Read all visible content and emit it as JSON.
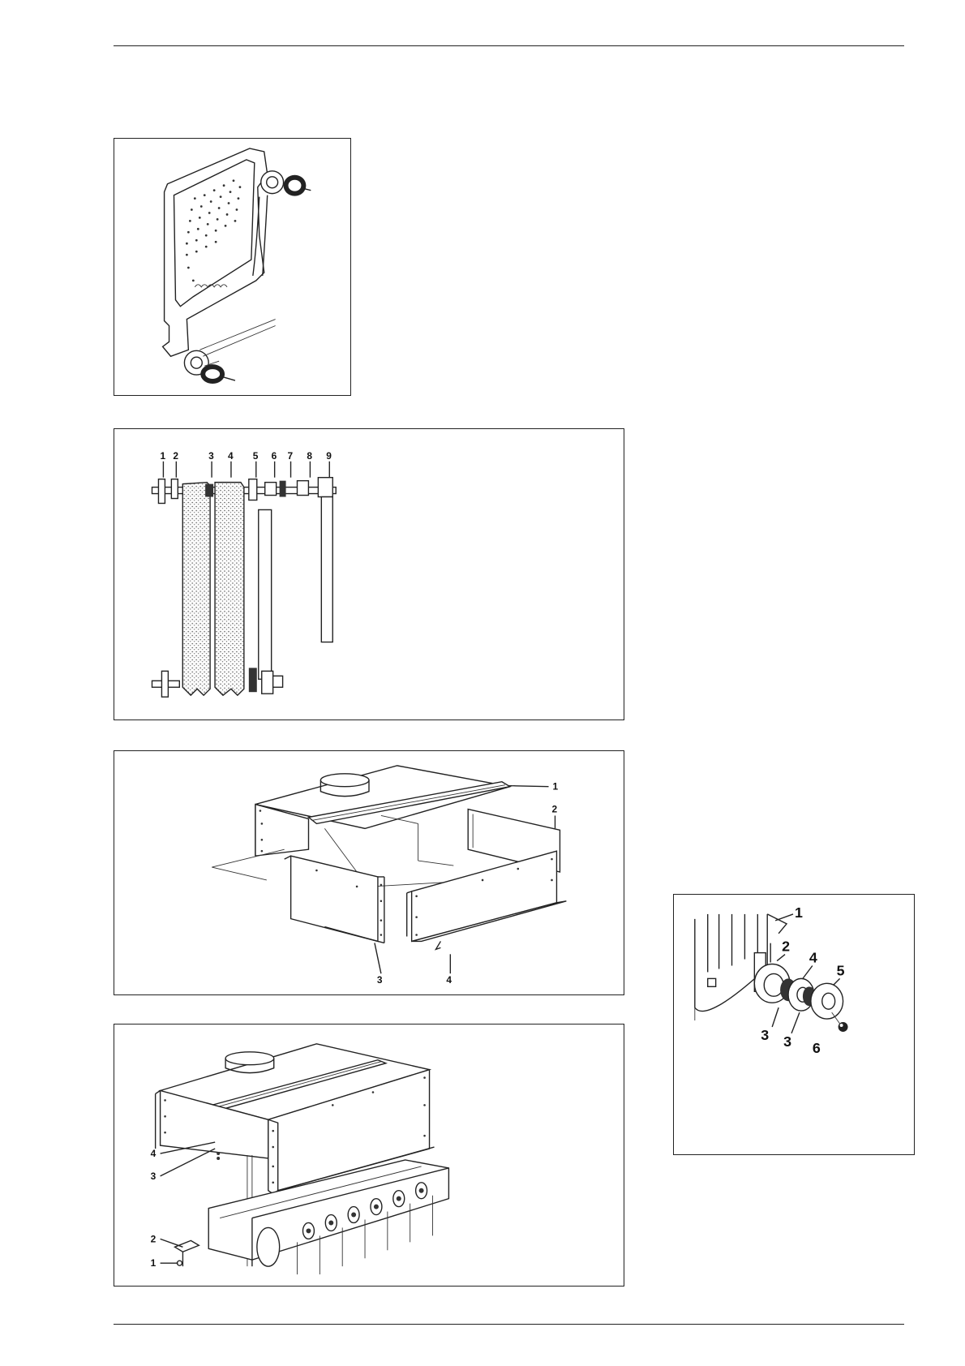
{
  "fig2": {
    "labels": [
      "1",
      "2",
      "3",
      "4",
      "5",
      "6",
      "7",
      "8",
      "9"
    ]
  },
  "fig3": {
    "labels": [
      "1",
      "2",
      "3",
      "4"
    ]
  },
  "fig4": {
    "labels": [
      "4",
      "3",
      "2",
      "1"
    ]
  },
  "fig5": {
    "labels": [
      "1",
      "2",
      "4",
      "5",
      "3",
      "3",
      "6"
    ]
  }
}
